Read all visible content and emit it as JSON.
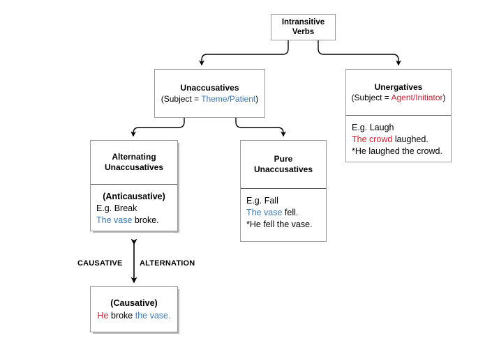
{
  "diagram": {
    "title_node": {
      "line1": "Intransitive",
      "line2": "Verbs"
    },
    "nodes": {
      "unaccusatives": {
        "heading": "Unaccusatives",
        "subject_prefix": "(Subject = ",
        "subject_role": "Theme/Patient",
        "subject_suffix": ")"
      },
      "unergatives": {
        "heading": "Unergatives",
        "subject_prefix": "(Subject = ",
        "subject_role": "Agent/Initiator",
        "subject_suffix": ")",
        "example_label": "E.g. Laugh",
        "example_good_np": "The crowd",
        "example_good_rest": " laughed.",
        "example_bad": "*He laughed the crowd."
      },
      "alternating": {
        "heading_line1": "Alternating",
        "heading_line2": "Unaccusatives",
        "body_caption": "(Anticausative)",
        "example_label": "E.g. Break",
        "example_np": "The vase",
        "example_rest": " broke."
      },
      "pure": {
        "heading_line1": "Pure",
        "heading_line2": "Unaccusatives",
        "example_label": "E.g. Fall",
        "example_np": "The vase",
        "example_rest": " fell.",
        "example_bad": "*He fell the vase."
      },
      "causative": {
        "caption": "(Causative)",
        "subject": "He",
        "verb": " broke ",
        "object": "the vase."
      }
    },
    "alternation_labels": {
      "left": "CAUSATIVE",
      "right": "ALTERNATION"
    },
    "colors": {
      "theme_patient_blue": "#3c78b4",
      "agent_initiator_red": "#cc1f33",
      "box_border": "#999999",
      "connector": "#000000"
    }
  }
}
